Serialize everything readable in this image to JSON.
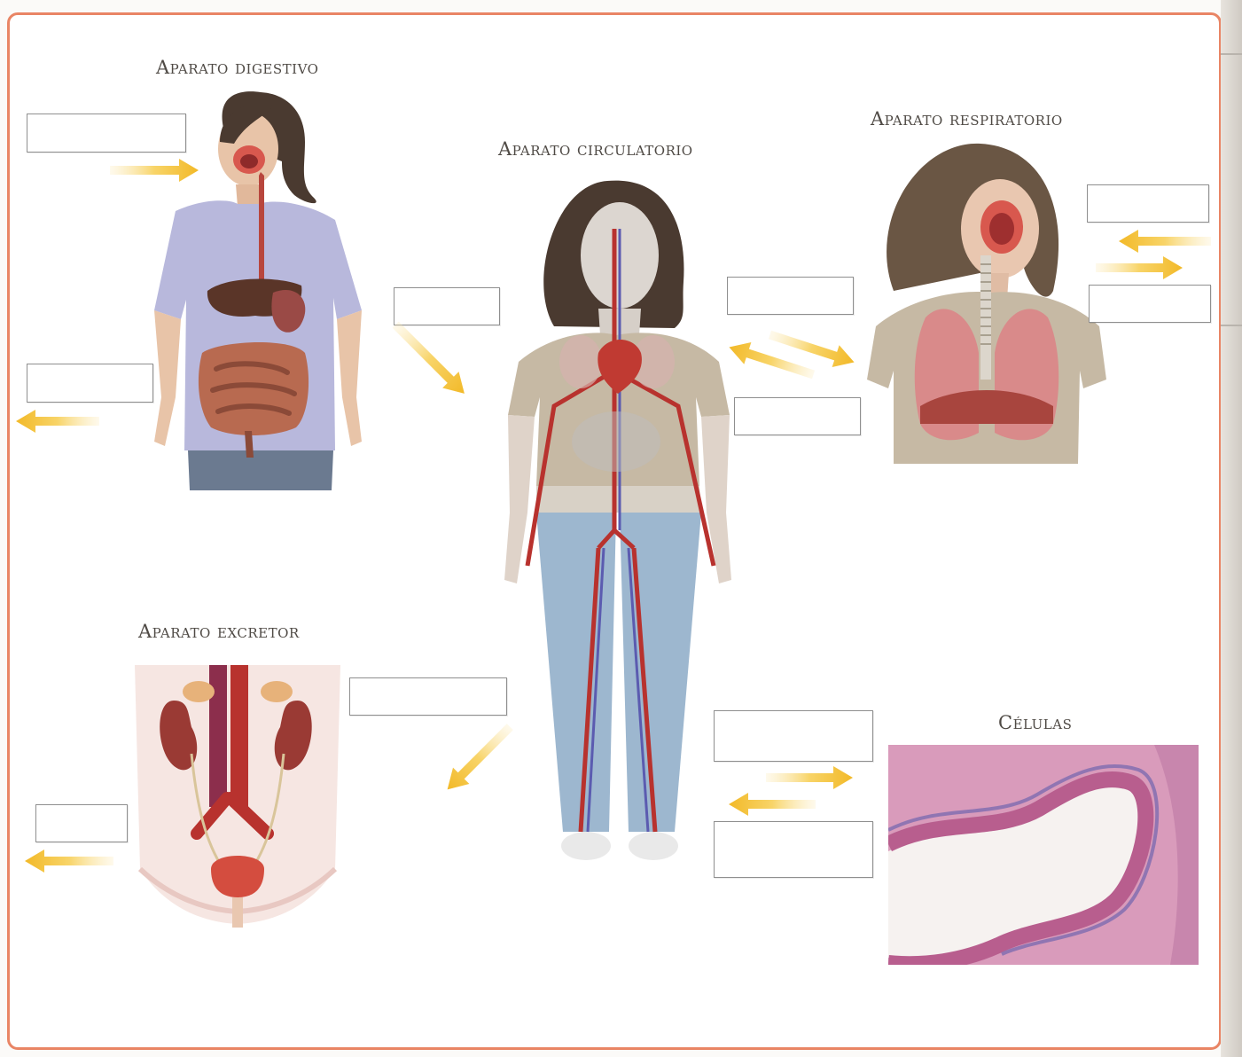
{
  "titles": {
    "digestive": "Aparato digestivo",
    "circulatory": "Aparato circulatorio",
    "respiratory": "Aparato respiratorio",
    "excretory": "Aparato excretor",
    "cells": "Células"
  },
  "colors": {
    "frame": "#e98565",
    "arrow": "#f5c73e",
    "organ_red": "#b8463d",
    "shirt_lavender": "#b8b8dc",
    "shirt_khaki": "#c6b9a4"
  },
  "icons": {
    "arrow": "yellow-gradient-arrow"
  }
}
